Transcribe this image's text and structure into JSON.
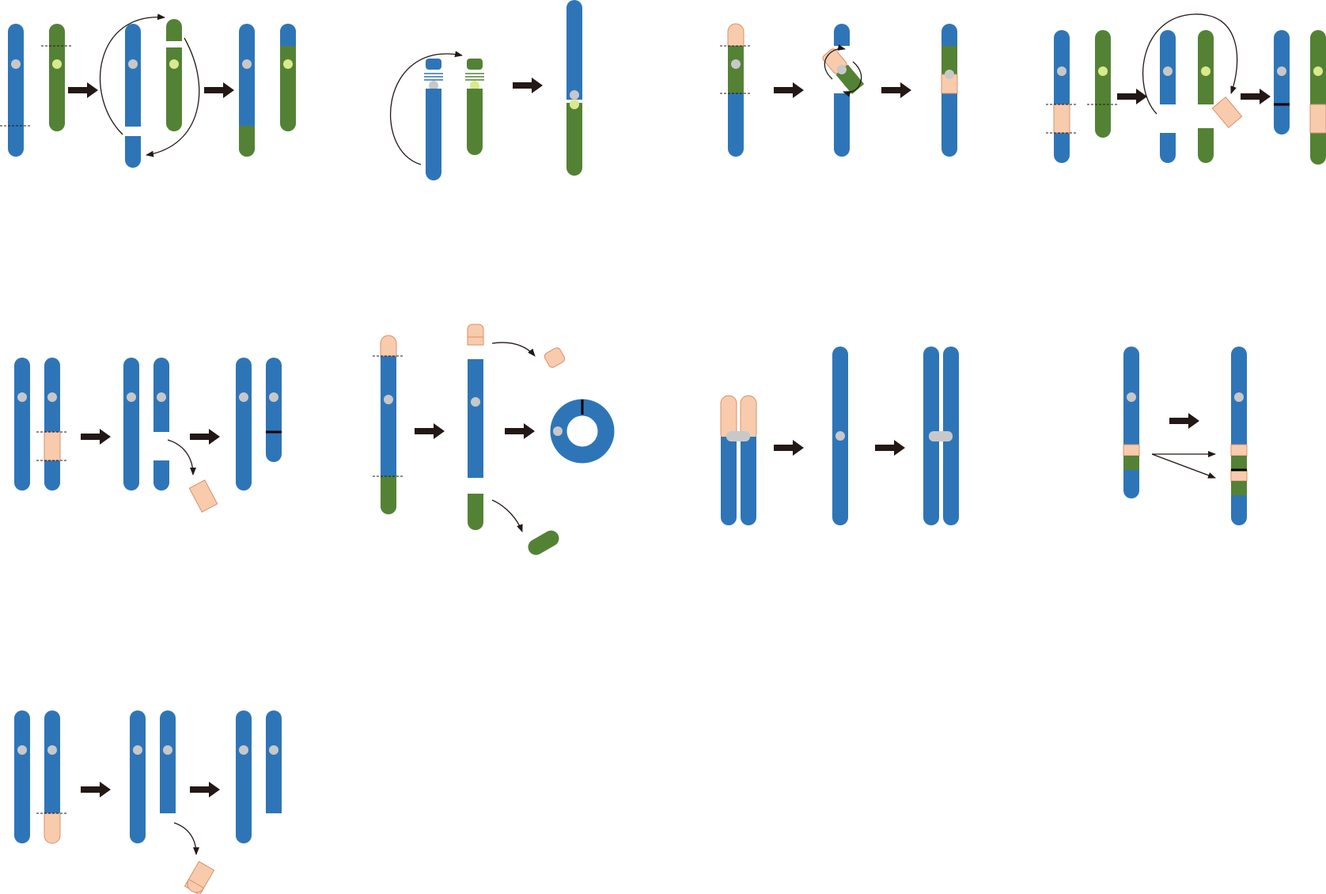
{
  "colors": {
    "blue": "#2e75b8",
    "green": "#548235",
    "peach": "#f8cbad",
    "peach_stroke": "#d9906a",
    "centromere_gray": "#c8c8c8",
    "centromere_yellow": "#d9ea8c",
    "arrow": "#231815",
    "junction": "#000000"
  },
  "panels": [
    {
      "name": "reciprocal-translocation"
    },
    {
      "name": "robertsonian-translocation"
    },
    {
      "name": "pericentric-inversion"
    },
    {
      "name": "insertional-translocation"
    },
    {
      "name": "interstitial-deletion"
    },
    {
      "name": "ring-chromosome"
    },
    {
      "name": "isochromosome"
    },
    {
      "name": "duplication"
    },
    {
      "name": "terminal-deletion"
    }
  ]
}
